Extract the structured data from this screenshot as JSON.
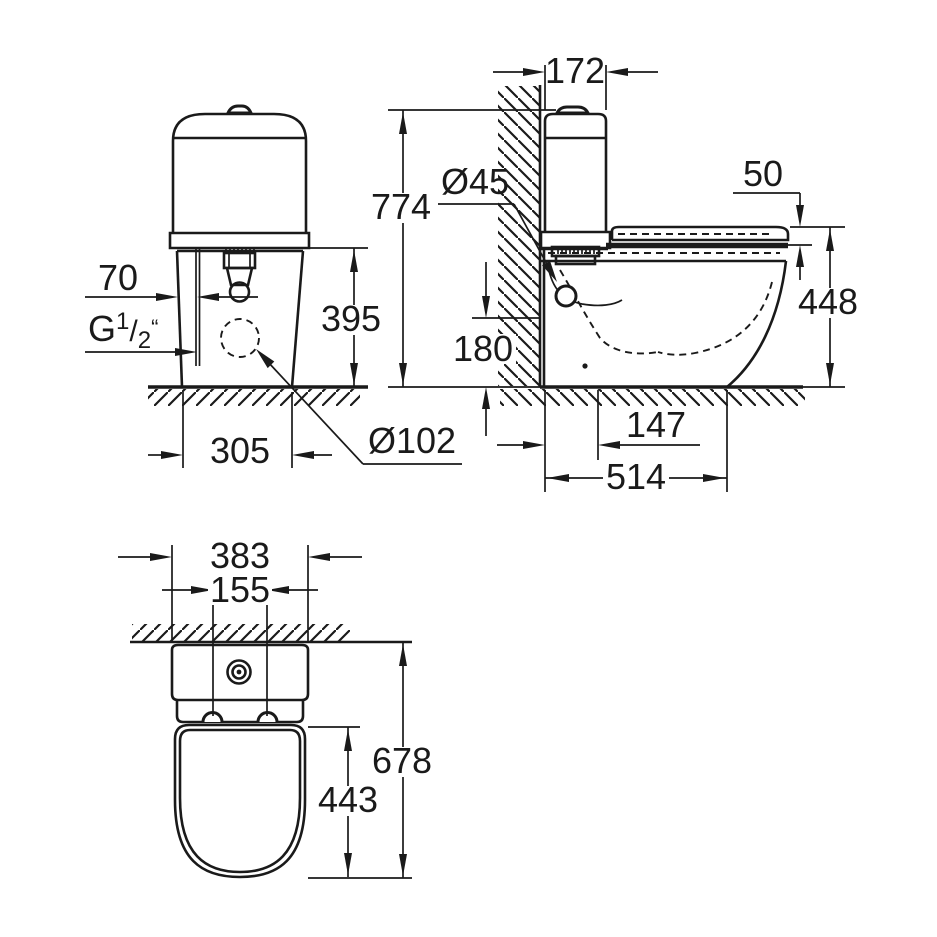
{
  "colors": {
    "line": "#1a1a1a",
    "background": "#ffffff"
  },
  "front_view": {
    "dim_supply_offset": "70",
    "thread": {
      "g": "G",
      "sup": "1",
      "slash": "/",
      "sub": "2",
      "unit": "“"
    },
    "dim_height_395": "395",
    "dim_base_width": "305",
    "dim_outlet_diameter": "Ø102"
  },
  "side_view": {
    "dim_total_height": "774",
    "dim_cistern_depth": "172",
    "dim_inlet_diameter": "Ø45",
    "dim_seat_thickness": "50",
    "dim_seat_height": "448",
    "dim_inlet_height": "180",
    "dim_outlet_offset": "147",
    "dim_total_depth": "514"
  },
  "plan_view": {
    "dim_overall_width": "383",
    "dim_hole_spacing": "155",
    "dim_total_projection": "678",
    "dim_pan_length": "443"
  }
}
